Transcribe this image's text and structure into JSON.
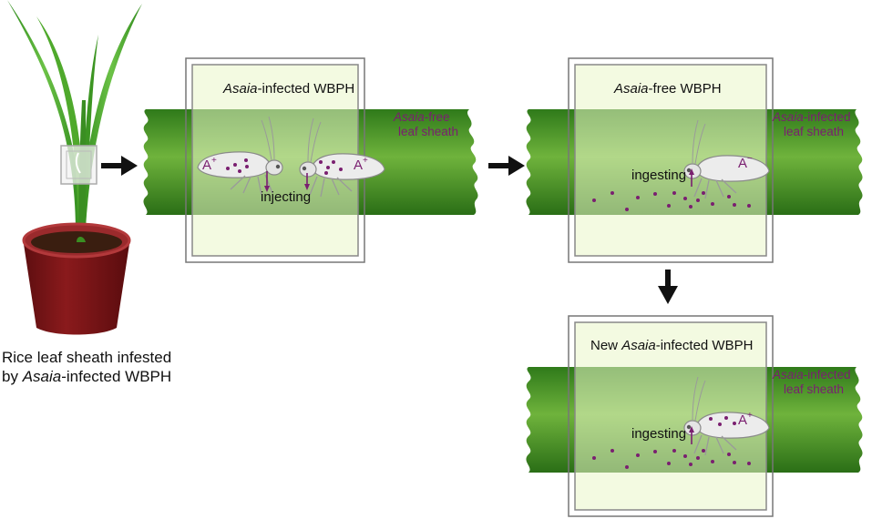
{
  "plant_caption": {
    "line1": "Rice leaf sheath infested",
    "line2_prefix": "by ",
    "line2_italic": "Asaia",
    "line2_suffix": "-infected WBPH"
  },
  "panels": [
    {
      "title_prefix": "",
      "title_italic": "Asaia",
      "title_suffix": "-infected WBPH",
      "sheath_italic": "Asaia",
      "sheath_suffix": "-free",
      "sheath_line2": "leaf sheath",
      "action": "injecting",
      "insects": [
        {
          "label": "A",
          "sup": "+"
        },
        {
          "label": "A",
          "sup": "+"
        }
      ]
    },
    {
      "title_prefix": "",
      "title_italic": "Asaia",
      "title_suffix": "-free WBPH",
      "sheath_italic": "Asaia",
      "sheath_suffix": "-infected",
      "sheath_line2": "leaf sheath",
      "action": "ingesting",
      "insects": [
        {
          "label": "A",
          "sup": "−"
        }
      ]
    },
    {
      "title_prefix": "New ",
      "title_italic": "Asaia",
      "title_suffix": "-infected WBPH",
      "sheath_italic": "Asaia",
      "sheath_suffix": "-infected",
      "sheath_line2": "leaf sheath",
      "action": "ingesting",
      "insects": [
        {
          "label": "A",
          "sup": "+"
        }
      ]
    }
  ],
  "colors": {
    "sheath_dark": "#2f7a1a",
    "sheath_light": "#6fb33c",
    "overlay": "#e9f5c8",
    "pot": "#7a1416",
    "pot_rim": "#9a2a2c",
    "soil": "#3a1e10",
    "plant": "#3f9a25",
    "bacteria": "#7a1f70",
    "arrow": "#111111"
  },
  "icons": [
    "right-arrow-icon",
    "down-arrow-icon",
    "planthopper-icon",
    "bacteria-dot-icon"
  ]
}
